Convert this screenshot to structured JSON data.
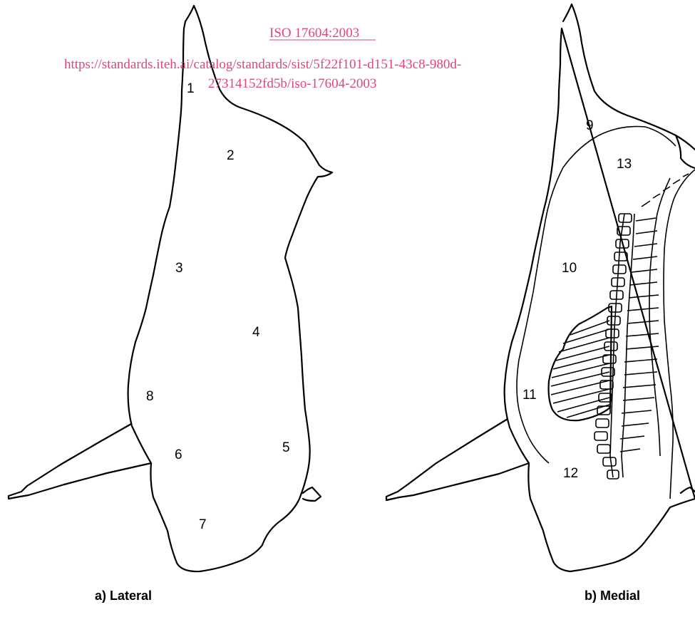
{
  "watermark": {
    "line1": "ISO 17604:2003",
    "line2": "https://standards.iteh.ai/catalog/standards/sist/5f22f101-d151-43c8-980d-",
    "line3": "27314152fd5b/iso-17604-2003",
    "color": "#e0457b"
  },
  "lateral": {
    "caption": "a) Lateral",
    "labels": [
      "1",
      "2",
      "3",
      "4",
      "5",
      "6",
      "7",
      "8"
    ]
  },
  "medial": {
    "caption": "b) Medial",
    "labels": [
      "9",
      "10",
      "11",
      "12",
      "13"
    ]
  }
}
